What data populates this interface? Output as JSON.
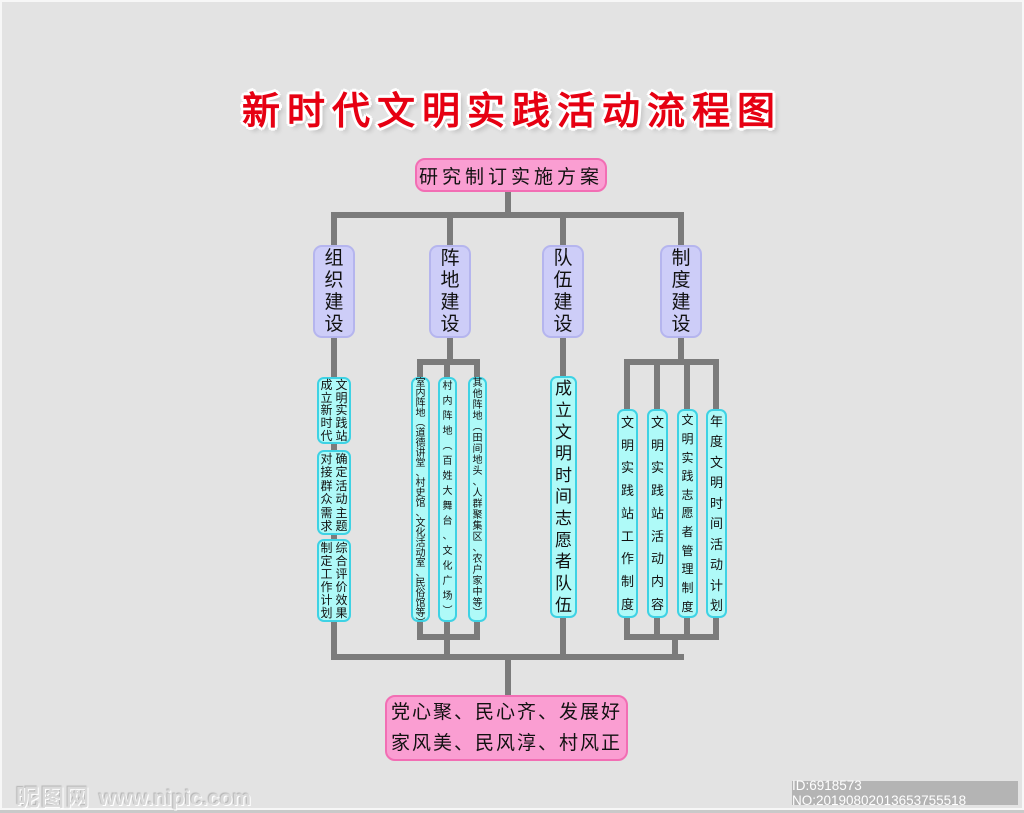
{
  "title": "新时代文明实践活动流程图",
  "top_box": {
    "label": "研究制订实施方案"
  },
  "branches": [
    {
      "label": "组织建设",
      "boxes": [
        {
          "cols": [
            "成立新时代",
            "文明实践站"
          ]
        },
        {
          "cols": [
            "对接群众需求",
            "确定活动主题"
          ]
        },
        {
          "cols": [
            "制定工作计划",
            "综合评价效果"
          ]
        }
      ]
    },
    {
      "label": "阵地建设",
      "boxes": [
        {
          "cols": [
            "室内阵地︵道德讲堂、村史馆、文化活动室、民俗馆等︶"
          ]
        },
        {
          "cols": [
            "村内阵地︵百姓大舞台、文化广场︶"
          ]
        },
        {
          "cols": [
            "其他阵地︵田间地头、人群聚集区、农户家中等︶"
          ]
        }
      ]
    },
    {
      "label": "队伍建设",
      "boxes": [
        {
          "cols": [
            "成立文明时间志愿者队伍"
          ]
        }
      ]
    },
    {
      "label": "制度建设",
      "boxes": [
        {
          "cols": [
            "文明实践站工作制度"
          ]
        },
        {
          "cols": [
            "文明实践站活动内容"
          ]
        },
        {
          "cols": [
            "文明实践志愿者管理制度"
          ]
        },
        {
          "cols": [
            "年度文明时间活动计划"
          ]
        }
      ]
    }
  ],
  "bottom_box": {
    "line1": "党心聚、民心齐、发展好",
    "line2": "家风美、民风淳、村风正"
  },
  "watermarks": {
    "site_name": "昵图网",
    "site_url": "www.nipic.com",
    "id_label": "ID:6918573 NO:20190802013653755518"
  },
  "colors": {
    "title_red": "#e60012",
    "pink_fill": "#fa9ed2",
    "pink_border": "#f26eb4",
    "purple_fill": "#cdcdf8",
    "purple_border": "#b5b5ee",
    "cyan_fill": "#affaf8",
    "cyan_border": "#3ed2e4",
    "line_gray": "#7b7b7b",
    "background": "#e3e3e3"
  }
}
